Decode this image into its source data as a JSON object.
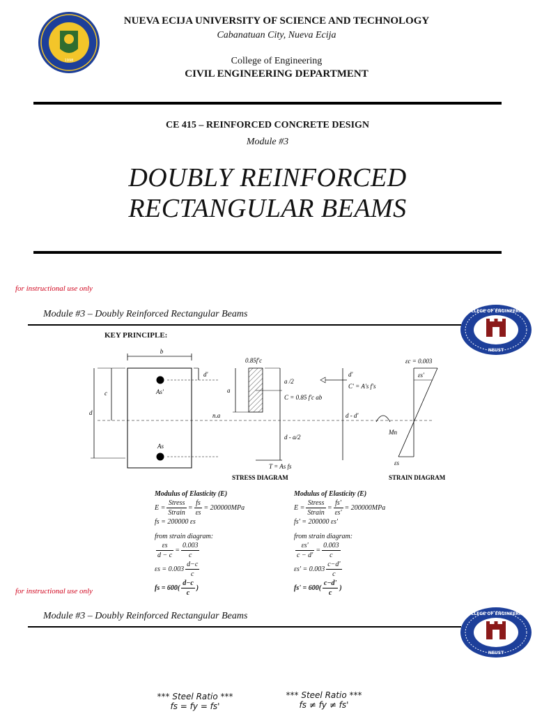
{
  "cover": {
    "university": "NUEVA ECIJA UNIVERSITY OF SCIENCE AND TECHNOLOGY",
    "city": "Cabanatuan City, Nueva Ecija",
    "college": "College of Engineering",
    "department": "CIVIL ENGINEERING DEPARTMENT",
    "course": "CE 415 – REINFORCED CONCRETE DESIGN",
    "module": "Module #3",
    "title_line1": "DOUBLY REINFORCED",
    "title_line2": "RECTANGULAR BEAMS",
    "seal_year": "1998"
  },
  "instructional_note": "for instructional use only",
  "slide": {
    "title": "Module #3 – Doubly Reinforced Rectangular Beams",
    "badge_top": "COLLEGE OF ENGINEERING",
    "badge_bottom": "NEUST",
    "key_principle": "KEY PRINCIPLE:"
  },
  "diagram": {
    "b": "b",
    "d_prime": "d'",
    "c": "c",
    "d": "d",
    "as_prime": "As'",
    "as": "As",
    "stress_085": "0.85f'c",
    "a": "a",
    "a_half": "a /2",
    "C_force": "C = 0.85 f'c ab",
    "na": "n.a",
    "d_minus_a2": "d - a/2",
    "T_force": "T = As fs",
    "d_prime_right": "d'",
    "C_prime": "C' = A's f's",
    "d_minus_dprime": "d - d'",
    "Mn": "Mn",
    "eps_c": "εc = 0.003",
    "eps_s_prime": "εs'",
    "eps_s": "εs",
    "stress_label": "STRESS DIAGRAM",
    "strain_label": "STRAIN DIAGRAM"
  },
  "formulas_left": {
    "heading": "Modulus of Elasticity (E)",
    "e_lhs": "E =",
    "stress": "Stress",
    "strain": "Strain",
    "fs": "fs",
    "eps": "εs",
    "e_rhs": "= 200000MPa",
    "fs_line": "fs = 200000 εs",
    "from": "from strain diagram:",
    "ratio_n": "εs",
    "ratio_d": "d − c",
    "ratio_eq": "=",
    "ratio_rn": "0.003",
    "ratio_rd": "c",
    "eps_line": "εs = 0.003",
    "eps_frac_n": "d−c",
    "eps_frac_d": "c",
    "fs_final": "fs = 600",
    "fs_final_n": "d−c",
    "fs_final_d": "c"
  },
  "formulas_right": {
    "heading": "Modulus of Elasticity (E)",
    "e_lhs": "E =",
    "stress": "Stress",
    "strain": "Strain",
    "fs": "fs'",
    "eps": "εs'",
    "e_rhs": "= 200000MPa",
    "fs_line": "fs' = 200000 εs'",
    "from": "from strain diagram:",
    "ratio_n": "εs'",
    "ratio_d": "c − d'",
    "ratio_eq": "=",
    "ratio_rn": "0.003",
    "ratio_rd": "c",
    "eps_line": "εs' = 0.003",
    "eps_frac_n": "c−d'",
    "eps_frac_d": "c",
    "fs_final": "fs' = 600",
    "fs_final_n": "c−d'",
    "fs_final_d": "c"
  },
  "steel_ratio": {
    "left_title": "*** Steel Ratio ***",
    "left_eq": "fs = fy = fs'",
    "right_title": "*** Steel Ratio ***",
    "right_eq": "fs ≠ fy ≠ fs'"
  }
}
